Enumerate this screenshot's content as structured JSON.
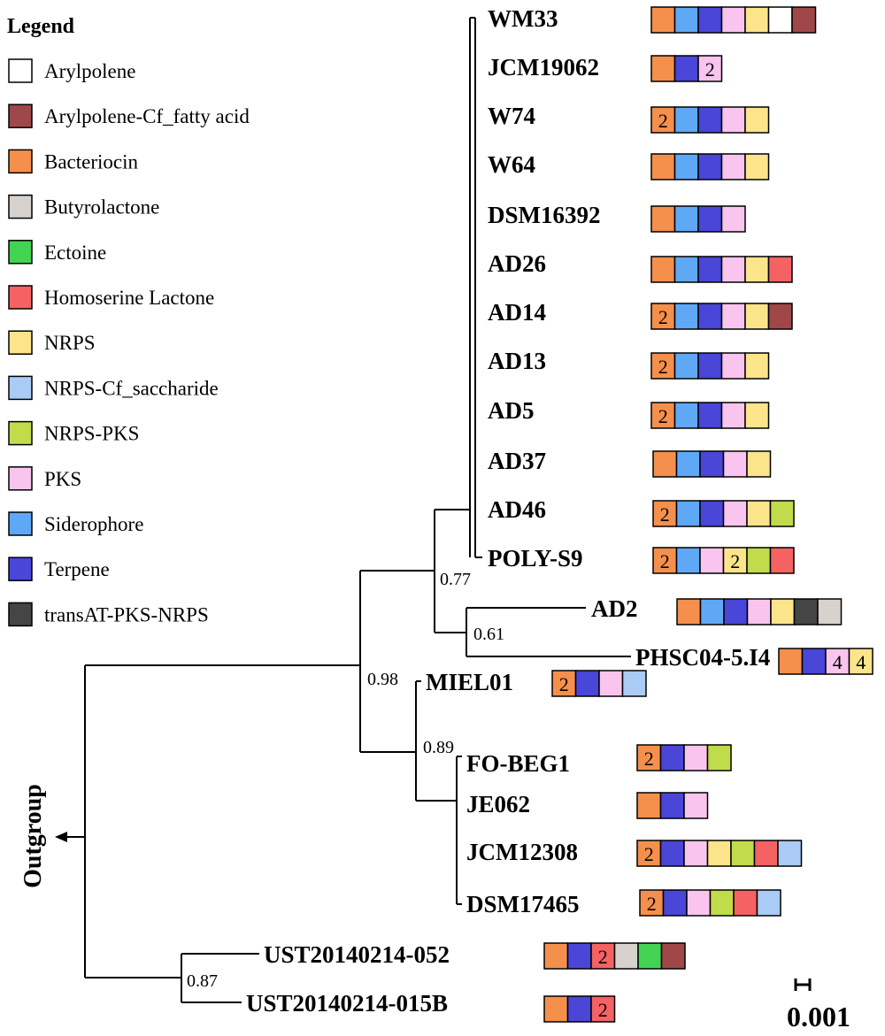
{
  "legend": {
    "title": "Legend",
    "items": [
      {
        "label": "Arylpolene",
        "color": "#ffffff"
      },
      {
        "label": "Arylpolene-Cf_fatty acid",
        "color": "#a0474a"
      },
      {
        "label": "Bacteriocin",
        "color": "#f4904c"
      },
      {
        "label": "Butyrolactone",
        "color": "#d8d2ce"
      },
      {
        "label": "Ectoine",
        "color": "#42d352"
      },
      {
        "label": "Homoserine Lactone",
        "color": "#f56264"
      },
      {
        "label": "NRPS",
        "color": "#fbe48a"
      },
      {
        "label": "NRPS-Cf_saccharide",
        "color": "#a9cbf5"
      },
      {
        "label": "NRPS-PKS",
        "color": "#c0dc4a"
      },
      {
        "label": "PKS",
        "color": "#f9c4ee"
      },
      {
        "label": "Siderophore",
        "color": "#5fa8f5"
      },
      {
        "label": "Terpene",
        "color": "#4946d8"
      },
      {
        "label": "transAT-PKS-NRPS",
        "color": "#454545"
      }
    ]
  },
  "tree": {
    "support_values": [
      "0.98",
      "0.77",
      "0.61",
      "0.89",
      "0.87"
    ],
    "outgroup_label": "Outgroup",
    "scale_label": "0.001"
  },
  "taxa": [
    {
      "name": "WM33",
      "clusters": [
        {
          "type": "Bacteriocin"
        },
        {
          "type": "Siderophore"
        },
        {
          "type": "Terpene"
        },
        {
          "type": "PKS"
        },
        {
          "type": "NRPS"
        },
        {
          "type": "Arylpolene"
        },
        {
          "type": "Arylpolene-Cf_fatty acid"
        }
      ]
    },
    {
      "name": "JCM19062",
      "clusters": [
        {
          "type": "Bacteriocin"
        },
        {
          "type": "Terpene"
        },
        {
          "type": "PKS",
          "count": "2"
        }
      ]
    },
    {
      "name": "W74",
      "clusters": [
        {
          "type": "Bacteriocin",
          "count": "2"
        },
        {
          "type": "Siderophore"
        },
        {
          "type": "Terpene"
        },
        {
          "type": "PKS"
        },
        {
          "type": "NRPS"
        }
      ]
    },
    {
      "name": "W64",
      "clusters": [
        {
          "type": "Bacteriocin"
        },
        {
          "type": "Siderophore"
        },
        {
          "type": "Terpene"
        },
        {
          "type": "PKS"
        },
        {
          "type": "NRPS"
        }
      ]
    },
    {
      "name": "DSM16392",
      "clusters": [
        {
          "type": "Bacteriocin"
        },
        {
          "type": "Siderophore"
        },
        {
          "type": "Terpene"
        },
        {
          "type": "PKS"
        }
      ]
    },
    {
      "name": "AD26",
      "clusters": [
        {
          "type": "Bacteriocin"
        },
        {
          "type": "Siderophore"
        },
        {
          "type": "Terpene"
        },
        {
          "type": "PKS"
        },
        {
          "type": "NRPS"
        },
        {
          "type": "Homoserine Lactone"
        }
      ]
    },
    {
      "name": "AD14",
      "clusters": [
        {
          "type": "Bacteriocin",
          "count": "2"
        },
        {
          "type": "Siderophore"
        },
        {
          "type": "Terpene"
        },
        {
          "type": "PKS"
        },
        {
          "type": "NRPS"
        },
        {
          "type": "Arylpolene-Cf_fatty acid"
        }
      ]
    },
    {
      "name": "AD13",
      "clusters": [
        {
          "type": "Bacteriocin",
          "count": "2"
        },
        {
          "type": "Siderophore"
        },
        {
          "type": "Terpene"
        },
        {
          "type": "PKS"
        },
        {
          "type": "NRPS"
        }
      ]
    },
    {
      "name": "AD5",
      "clusters": [
        {
          "type": "Bacteriocin",
          "count": "2"
        },
        {
          "type": "Siderophore"
        },
        {
          "type": "Terpene"
        },
        {
          "type": "PKS"
        },
        {
          "type": "NRPS"
        }
      ]
    },
    {
      "name": "AD37",
      "clusters": [
        {
          "type": "Bacteriocin"
        },
        {
          "type": "Siderophore"
        },
        {
          "type": "Terpene"
        },
        {
          "type": "PKS"
        },
        {
          "type": "NRPS"
        }
      ]
    },
    {
      "name": "AD46",
      "clusters": [
        {
          "type": "Bacteriocin",
          "count": "2"
        },
        {
          "type": "Siderophore"
        },
        {
          "type": "Terpene"
        },
        {
          "type": "PKS"
        },
        {
          "type": "NRPS"
        },
        {
          "type": "NRPS-PKS"
        }
      ]
    },
    {
      "name": "POLY-S9",
      "clusters": [
        {
          "type": "Bacteriocin",
          "count": "2"
        },
        {
          "type": "Siderophore"
        },
        {
          "type": "PKS"
        },
        {
          "type": "NRPS",
          "count": "2"
        },
        {
          "type": "NRPS-PKS"
        },
        {
          "type": "Homoserine Lactone"
        }
      ]
    },
    {
      "name": "AD2",
      "clusters": [
        {
          "type": "Bacteriocin"
        },
        {
          "type": "Siderophore"
        },
        {
          "type": "Terpene"
        },
        {
          "type": "PKS"
        },
        {
          "type": "NRPS"
        },
        {
          "type": "transAT-PKS-NRPS"
        },
        {
          "type": "Butyrolactone"
        }
      ]
    },
    {
      "name": "PHSC04-5.I4",
      "clusters": [
        {
          "type": "Bacteriocin"
        },
        {
          "type": "Terpene"
        },
        {
          "type": "PKS",
          "count": "4"
        },
        {
          "type": "NRPS",
          "count": "4"
        }
      ]
    },
    {
      "name": "MIEL01",
      "clusters": [
        {
          "type": "Bacteriocin",
          "count": "2"
        },
        {
          "type": "Terpene"
        },
        {
          "type": "PKS"
        },
        {
          "type": "NRPS-Cf_saccharide"
        }
      ]
    },
    {
      "name": "FO-BEG1",
      "clusters": [
        {
          "type": "Bacteriocin",
          "count": "2"
        },
        {
          "type": "Terpene"
        },
        {
          "type": "PKS"
        },
        {
          "type": "NRPS-PKS"
        }
      ]
    },
    {
      "name": "JE062",
      "clusters": [
        {
          "type": "Bacteriocin"
        },
        {
          "type": "Terpene"
        },
        {
          "type": "PKS"
        }
      ]
    },
    {
      "name": "JCM12308",
      "clusters": [
        {
          "type": "Bacteriocin",
          "count": "2"
        },
        {
          "type": "Terpene"
        },
        {
          "type": "PKS"
        },
        {
          "type": "NRPS"
        },
        {
          "type": "NRPS-PKS"
        },
        {
          "type": "Homoserine Lactone"
        },
        {
          "type": "NRPS-Cf_saccharide"
        }
      ]
    },
    {
      "name": "DSM17465",
      "clusters": [
        {
          "type": "Bacteriocin",
          "count": "2"
        },
        {
          "type": "Terpene"
        },
        {
          "type": "PKS"
        },
        {
          "type": "NRPS-PKS"
        },
        {
          "type": "Homoserine Lactone"
        },
        {
          "type": "NRPS-Cf_saccharide"
        }
      ]
    },
    {
      "name": "UST20140214-052",
      "clusters": [
        {
          "type": "Bacteriocin"
        },
        {
          "type": "Terpene"
        },
        {
          "type": "Homoserine Lactone",
          "count": "2"
        },
        {
          "type": "Butyrolactone"
        },
        {
          "type": "Ectoine"
        },
        {
          "type": "Arylpolene-Cf_fatty acid"
        }
      ]
    },
    {
      "name": "UST20140214-015B",
      "clusters": [
        {
          "type": "Bacteriocin"
        },
        {
          "type": "Terpene"
        },
        {
          "type": "Homoserine Lactone",
          "count": "2"
        }
      ]
    }
  ]
}
